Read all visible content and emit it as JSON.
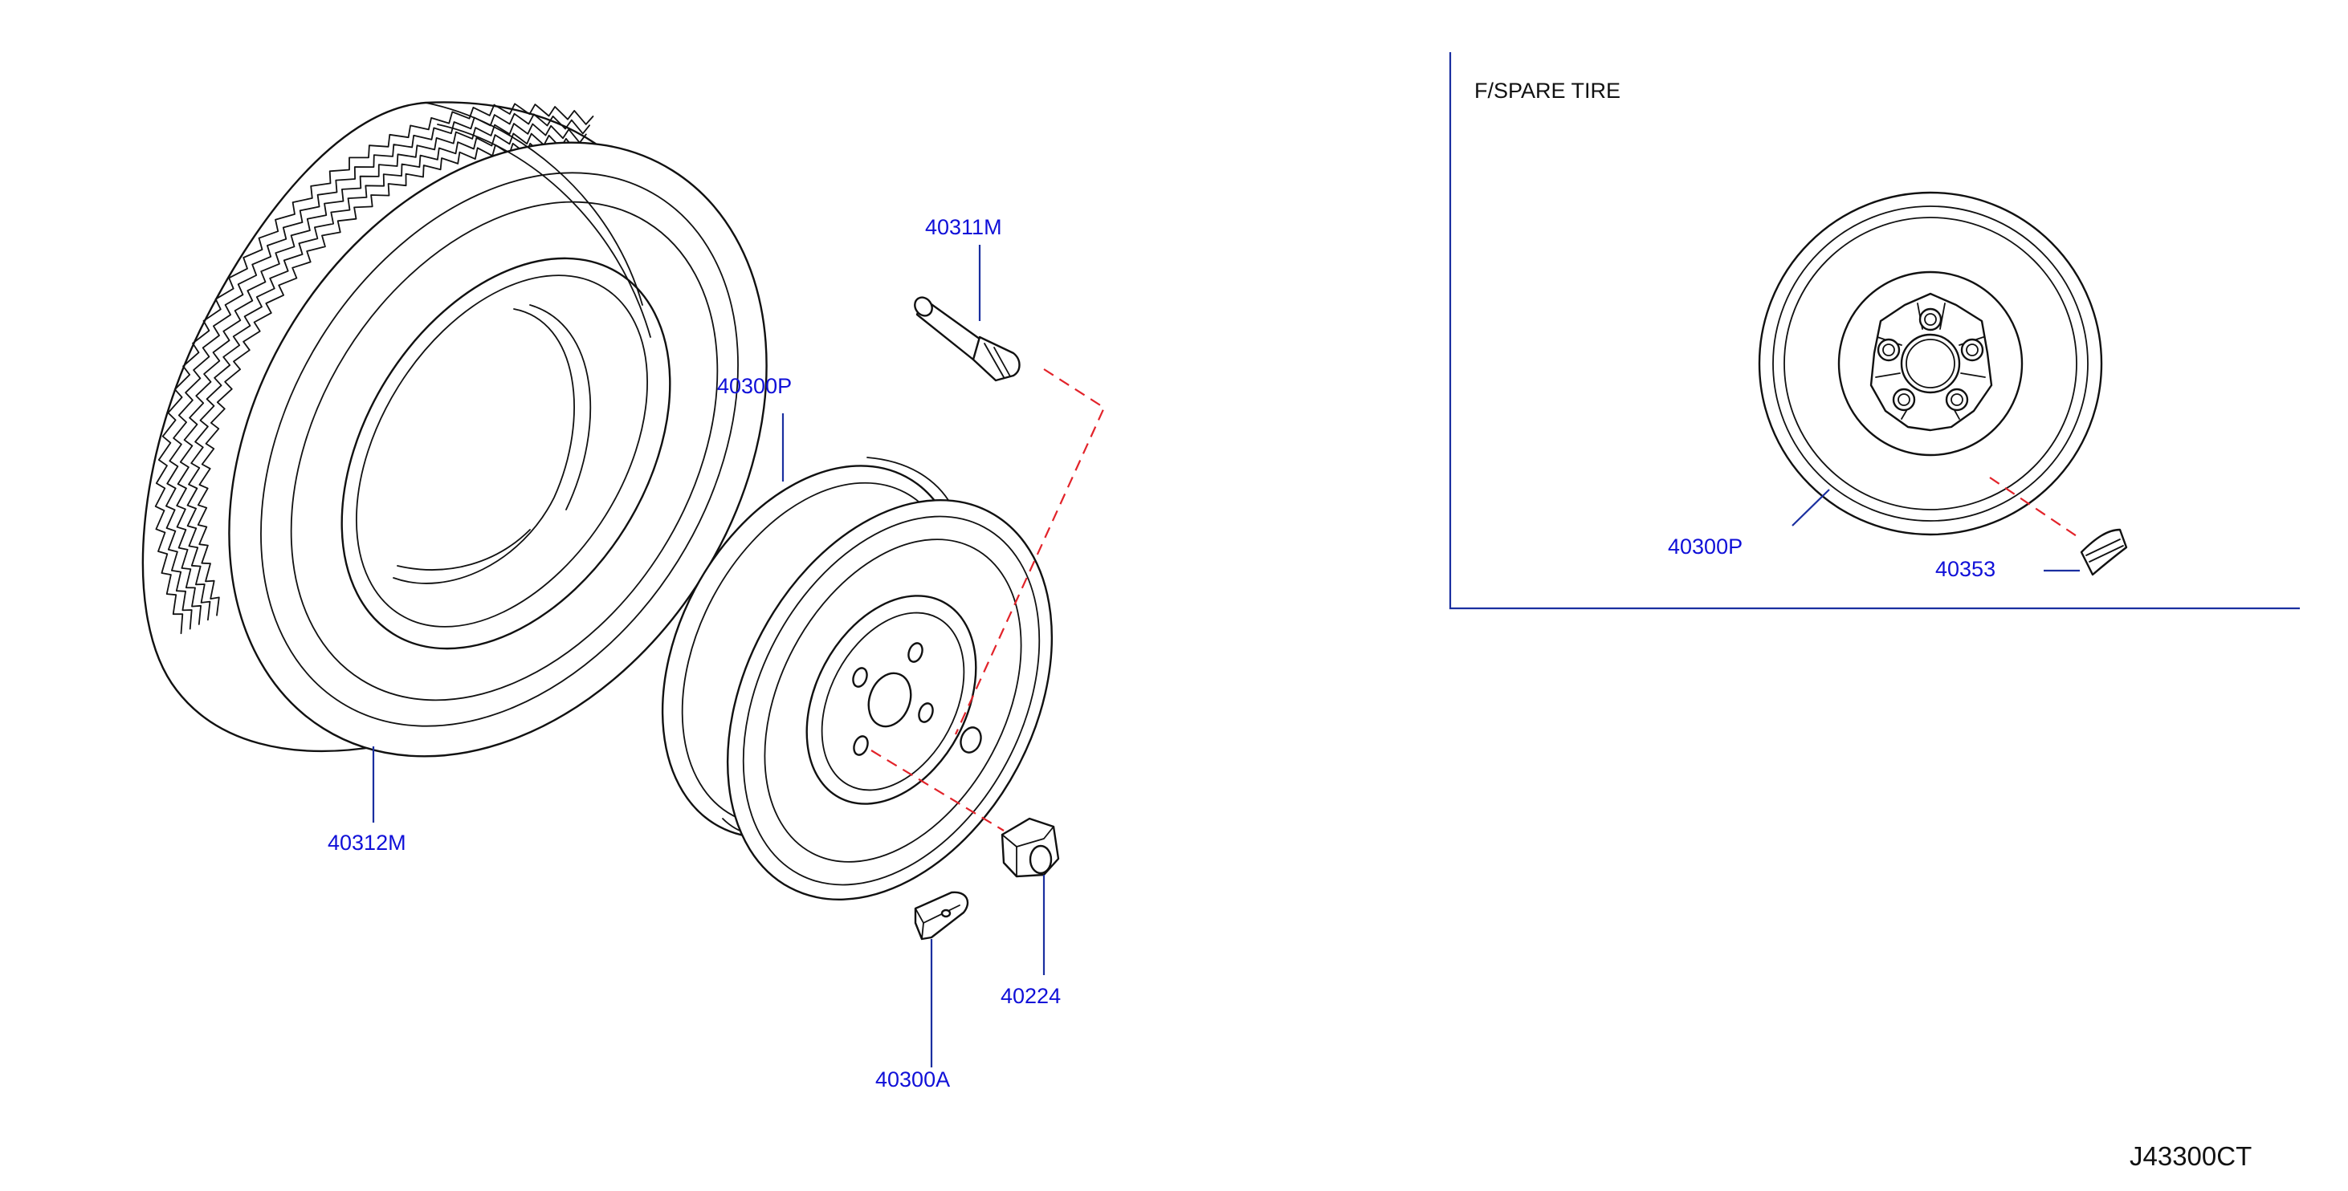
{
  "labels": {
    "tire": "40312M",
    "valve": "40311M",
    "wheel": "40300P",
    "nut": "40224",
    "weight": "40300A",
    "spare_wheel": "40300P",
    "spare_weight": "40353"
  },
  "spare_box_title": "F/SPARE   TIRE",
  "diagram_code": "J43300CT",
  "colors": {
    "label": "#1010d8",
    "leader": "#1a2fa0",
    "dashed": "#e2232a",
    "lines": "#111111"
  }
}
